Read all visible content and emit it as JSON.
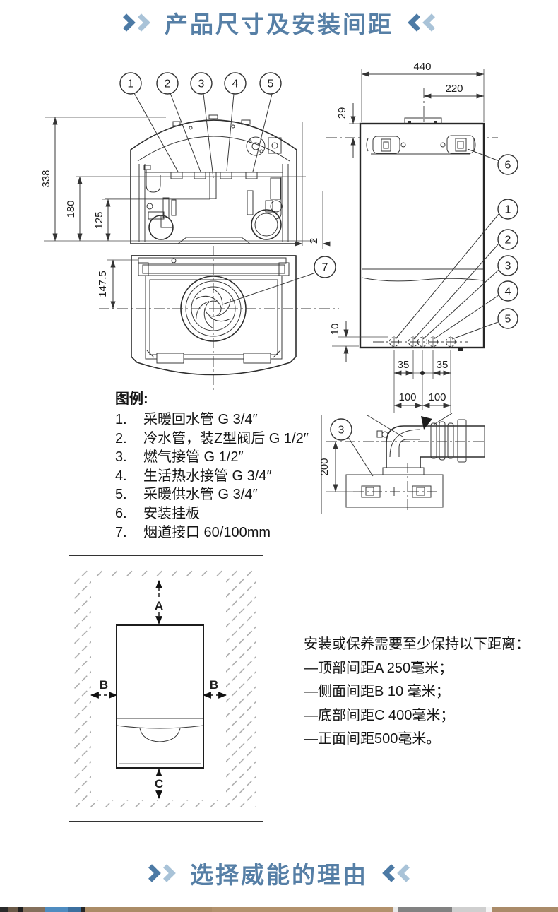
{
  "accent": {
    "chevron_dark": "#4c7aa5",
    "chevron_light": "#a9c3d8",
    "title_color": "#567fa6"
  },
  "header": {
    "title": "产品尺寸及安装间距"
  },
  "next_section": {
    "title": "选择威能的理由"
  },
  "callouts": {
    "c1": "1",
    "c2": "2",
    "c3": "3",
    "c4": "4",
    "c5": "5",
    "c6": "6",
    "c7": "7"
  },
  "dims": {
    "d338": "338",
    "d180": "180",
    "d125": "125",
    "d147_5": "147,5",
    "d2": "2",
    "d440": "440",
    "d220": "220",
    "d29": "29",
    "d10": "10",
    "d35": "35",
    "d100": "100",
    "d200": "200"
  },
  "legend": {
    "title": "图例:",
    "items": [
      {
        "num": "1.",
        "text": "采暖回水管 G 3/4″"
      },
      {
        "num": "2.",
        "text": "冷水管，装Z型阀后 G 1/2″"
      },
      {
        "num": "3.",
        "text": "燃气接管  G 1/2″"
      },
      {
        "num": "4.",
        "text": "生活热水接管 G 3/4″"
      },
      {
        "num": "5.",
        "text": "采暖供水管 G 3/4″"
      },
      {
        "num": "6.",
        "text": "安装挂板"
      },
      {
        "num": "7.",
        "text": "烟道接口 60/100mm"
      }
    ]
  },
  "clearance": {
    "labels": {
      "a": "A",
      "b_left": "B",
      "b_right": "B",
      "c": "C"
    },
    "intro": "安装或保养需要至少保持以下距离：",
    "rules": [
      "—顶部间距A 250毫米；",
      "—侧面间距B 10 毫米；",
      "—底部间距C 400毫米；",
      "—正面间距500毫米。"
    ]
  }
}
